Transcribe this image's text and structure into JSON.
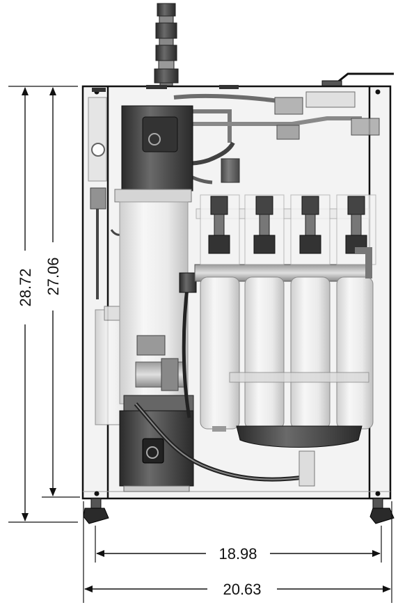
{
  "dimensions": {
    "overall_height": "28.72",
    "inner_height": "27.06",
    "inner_width": "18.98",
    "overall_width": "20.63"
  },
  "colors": {
    "frame": "#111111",
    "panel_fill": "#f2f2f2",
    "component_light": "#e6e6e6",
    "component_mid": "#bdbdbd",
    "component_dark": "#4a4a4a",
    "component_black": "#1e1e1e",
    "dimension_line": "#111111"
  },
  "components": {
    "filter_count": 4
  }
}
